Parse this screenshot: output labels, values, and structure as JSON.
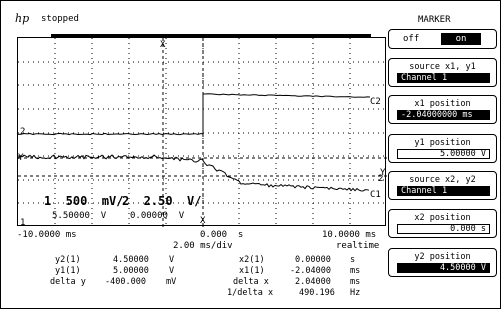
{
  "header": {
    "logo_text": "hp",
    "status": "stopped"
  },
  "scope": {
    "ch1_scale": "1  500  mV/",
    "ch2_scale": "2  2.50  V/",
    "ch1_offset": "5.50000  V",
    "ch2_offset": "0.00000  V",
    "time_left": "-10.0000 ms",
    "time_center": "0.000  s",
    "time_right": "10.0000 ms",
    "time_div": "2.00 ms/div",
    "time_mode": "realtime",
    "trace_labels": [
      "C2",
      "C1",
      "2",
      "1",
      "2",
      "Y",
      "Y",
      "X",
      "X",
      "1"
    ]
  },
  "readout": {
    "y2_label": "y2(1)",
    "y2_value": "4.50000",
    "y2_unit": "V",
    "y1_label": "y1(1)",
    "y1_value": "5.00000",
    "y1_unit": "V",
    "dy_label": "delta y",
    "dy_value": "-400.000",
    "dy_unit": "mV",
    "x2_label": "x2(1)",
    "x2_value": "0.00000",
    "x2_unit": "s",
    "x1_label": "x1(1)",
    "x1_value": "-2.04000",
    "x1_unit": "ms",
    "dx_label": "delta x",
    "dx_value": "2.04000",
    "dx_unit": "ms",
    "inv_label": "1/delta x",
    "inv_value": "490.196",
    "inv_unit": "Hz"
  },
  "marker_panel": {
    "title": "MARKER",
    "off_label": "off",
    "on_label": "on",
    "source_x1y1_label": "source x1, y1",
    "source_x1y1_value": "Channel 1",
    "x1_position_label": "x1 position",
    "x1_position_value": "-2.04000000 ms",
    "y1_position_label": "y1 position",
    "y1_position_value": "5.00000   V",
    "source_x2y2_label": "source x2, y2",
    "source_x2y2_value": "Channel 1",
    "x2_position_label": "x2 position",
    "x2_position_value": "0.000   s",
    "y2_position_label": "y2 position",
    "y2_position_value": "4.50000   V"
  }
}
